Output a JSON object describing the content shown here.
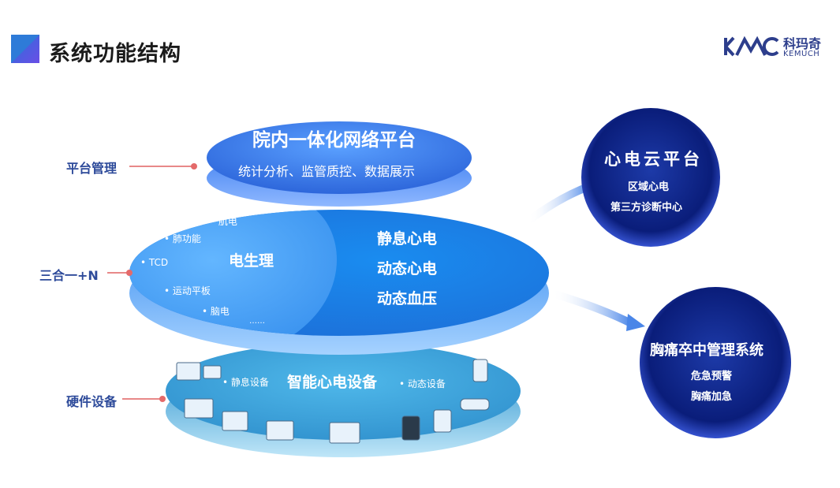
{
  "page_title": "系统功能结构",
  "logo": {
    "name_cn": "科玛奇",
    "name_en": "KEMUCH"
  },
  "side_labels": {
    "platform": "平台管理",
    "three_in_one": "三合一+N",
    "hardware": "硬件设备"
  },
  "top_disc": {
    "title": "院内一体化网络平台",
    "subtitle": "统计分析、监管质控、数据展示"
  },
  "middle_disc": {
    "left_title": "电生理",
    "left_items": [
      "肌电",
      "肺功能",
      "TCD",
      "运动平板",
      "脑电",
      "……"
    ],
    "right_items": [
      "静息心电",
      "动态心电",
      "动态血压"
    ]
  },
  "bottom_disc": {
    "title": "智能心电设备",
    "left_label": "静息设备",
    "right_label": "动态设备"
  },
  "cloud_circle": {
    "title": "心电云平台",
    "items": [
      "区域心电",
      "第三方诊断中心"
    ]
  },
  "chest_circle": {
    "title": "胸痛卒中管理系统",
    "items": [
      "危急预警",
      "胸痛加急"
    ]
  },
  "colors": {
    "disc_blue": "#2f7fe6",
    "circle_navy": "#0a1d7a",
    "label_blue": "#2d4a9a",
    "connector_red": "#e06060"
  }
}
